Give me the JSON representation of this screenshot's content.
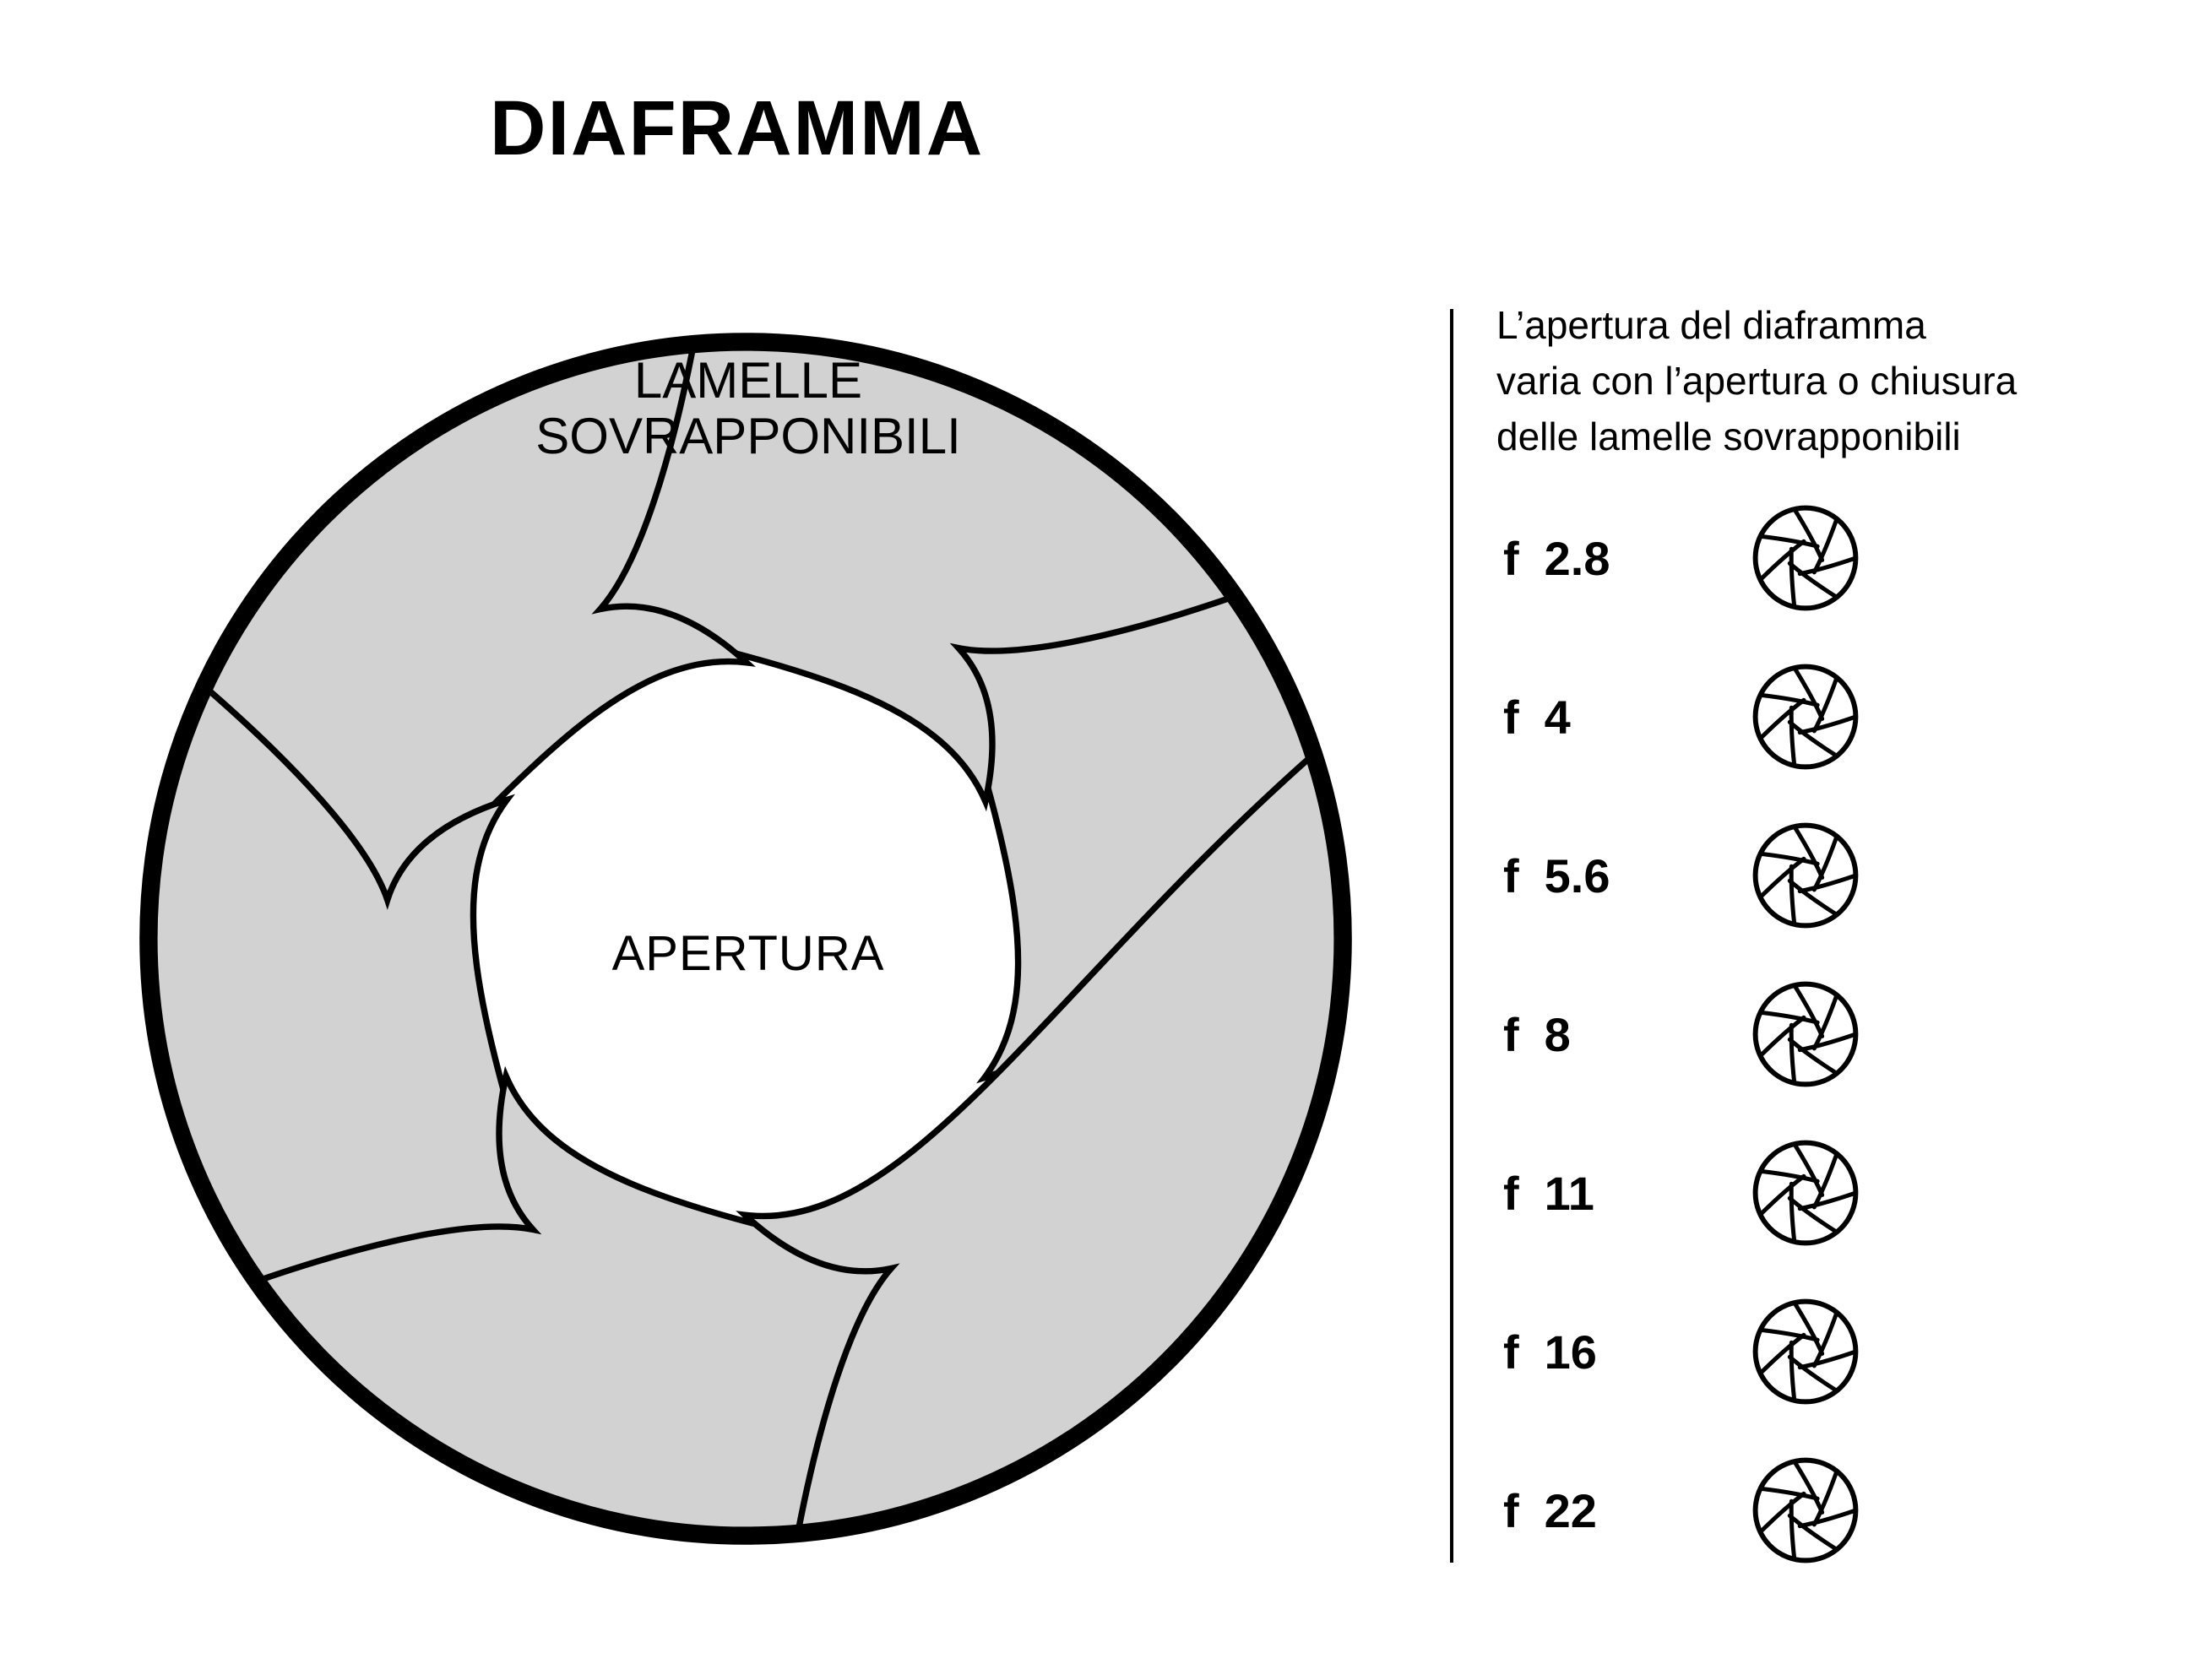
{
  "title": "DIAFRAMMA",
  "diagram": {
    "blades_label_line1": "LAMELLE",
    "blades_label_line2": "SOVRAPPONIBILI",
    "aperture_label": "APERTURA"
  },
  "panel": {
    "description_line1": "L’apertura del diaframma",
    "description_line2": "varia con l’apertura o chiusura",
    "description_line3": "delle lamelle sovrapponibili",
    "fstops": [
      {
        "prefix": "f",
        "value": "2.8"
      },
      {
        "prefix": "f",
        "value": "4"
      },
      {
        "prefix": "f",
        "value": "5.6"
      },
      {
        "prefix": "f",
        "value": "8"
      },
      {
        "prefix": "f",
        "value": "11"
      },
      {
        "prefix": "f",
        "value": "16"
      },
      {
        "prefix": "f",
        "value": "22"
      }
    ]
  },
  "colors": {
    "blade_fill": "#d2d2d2",
    "outline": "#000000",
    "background": "#ffffff"
  }
}
